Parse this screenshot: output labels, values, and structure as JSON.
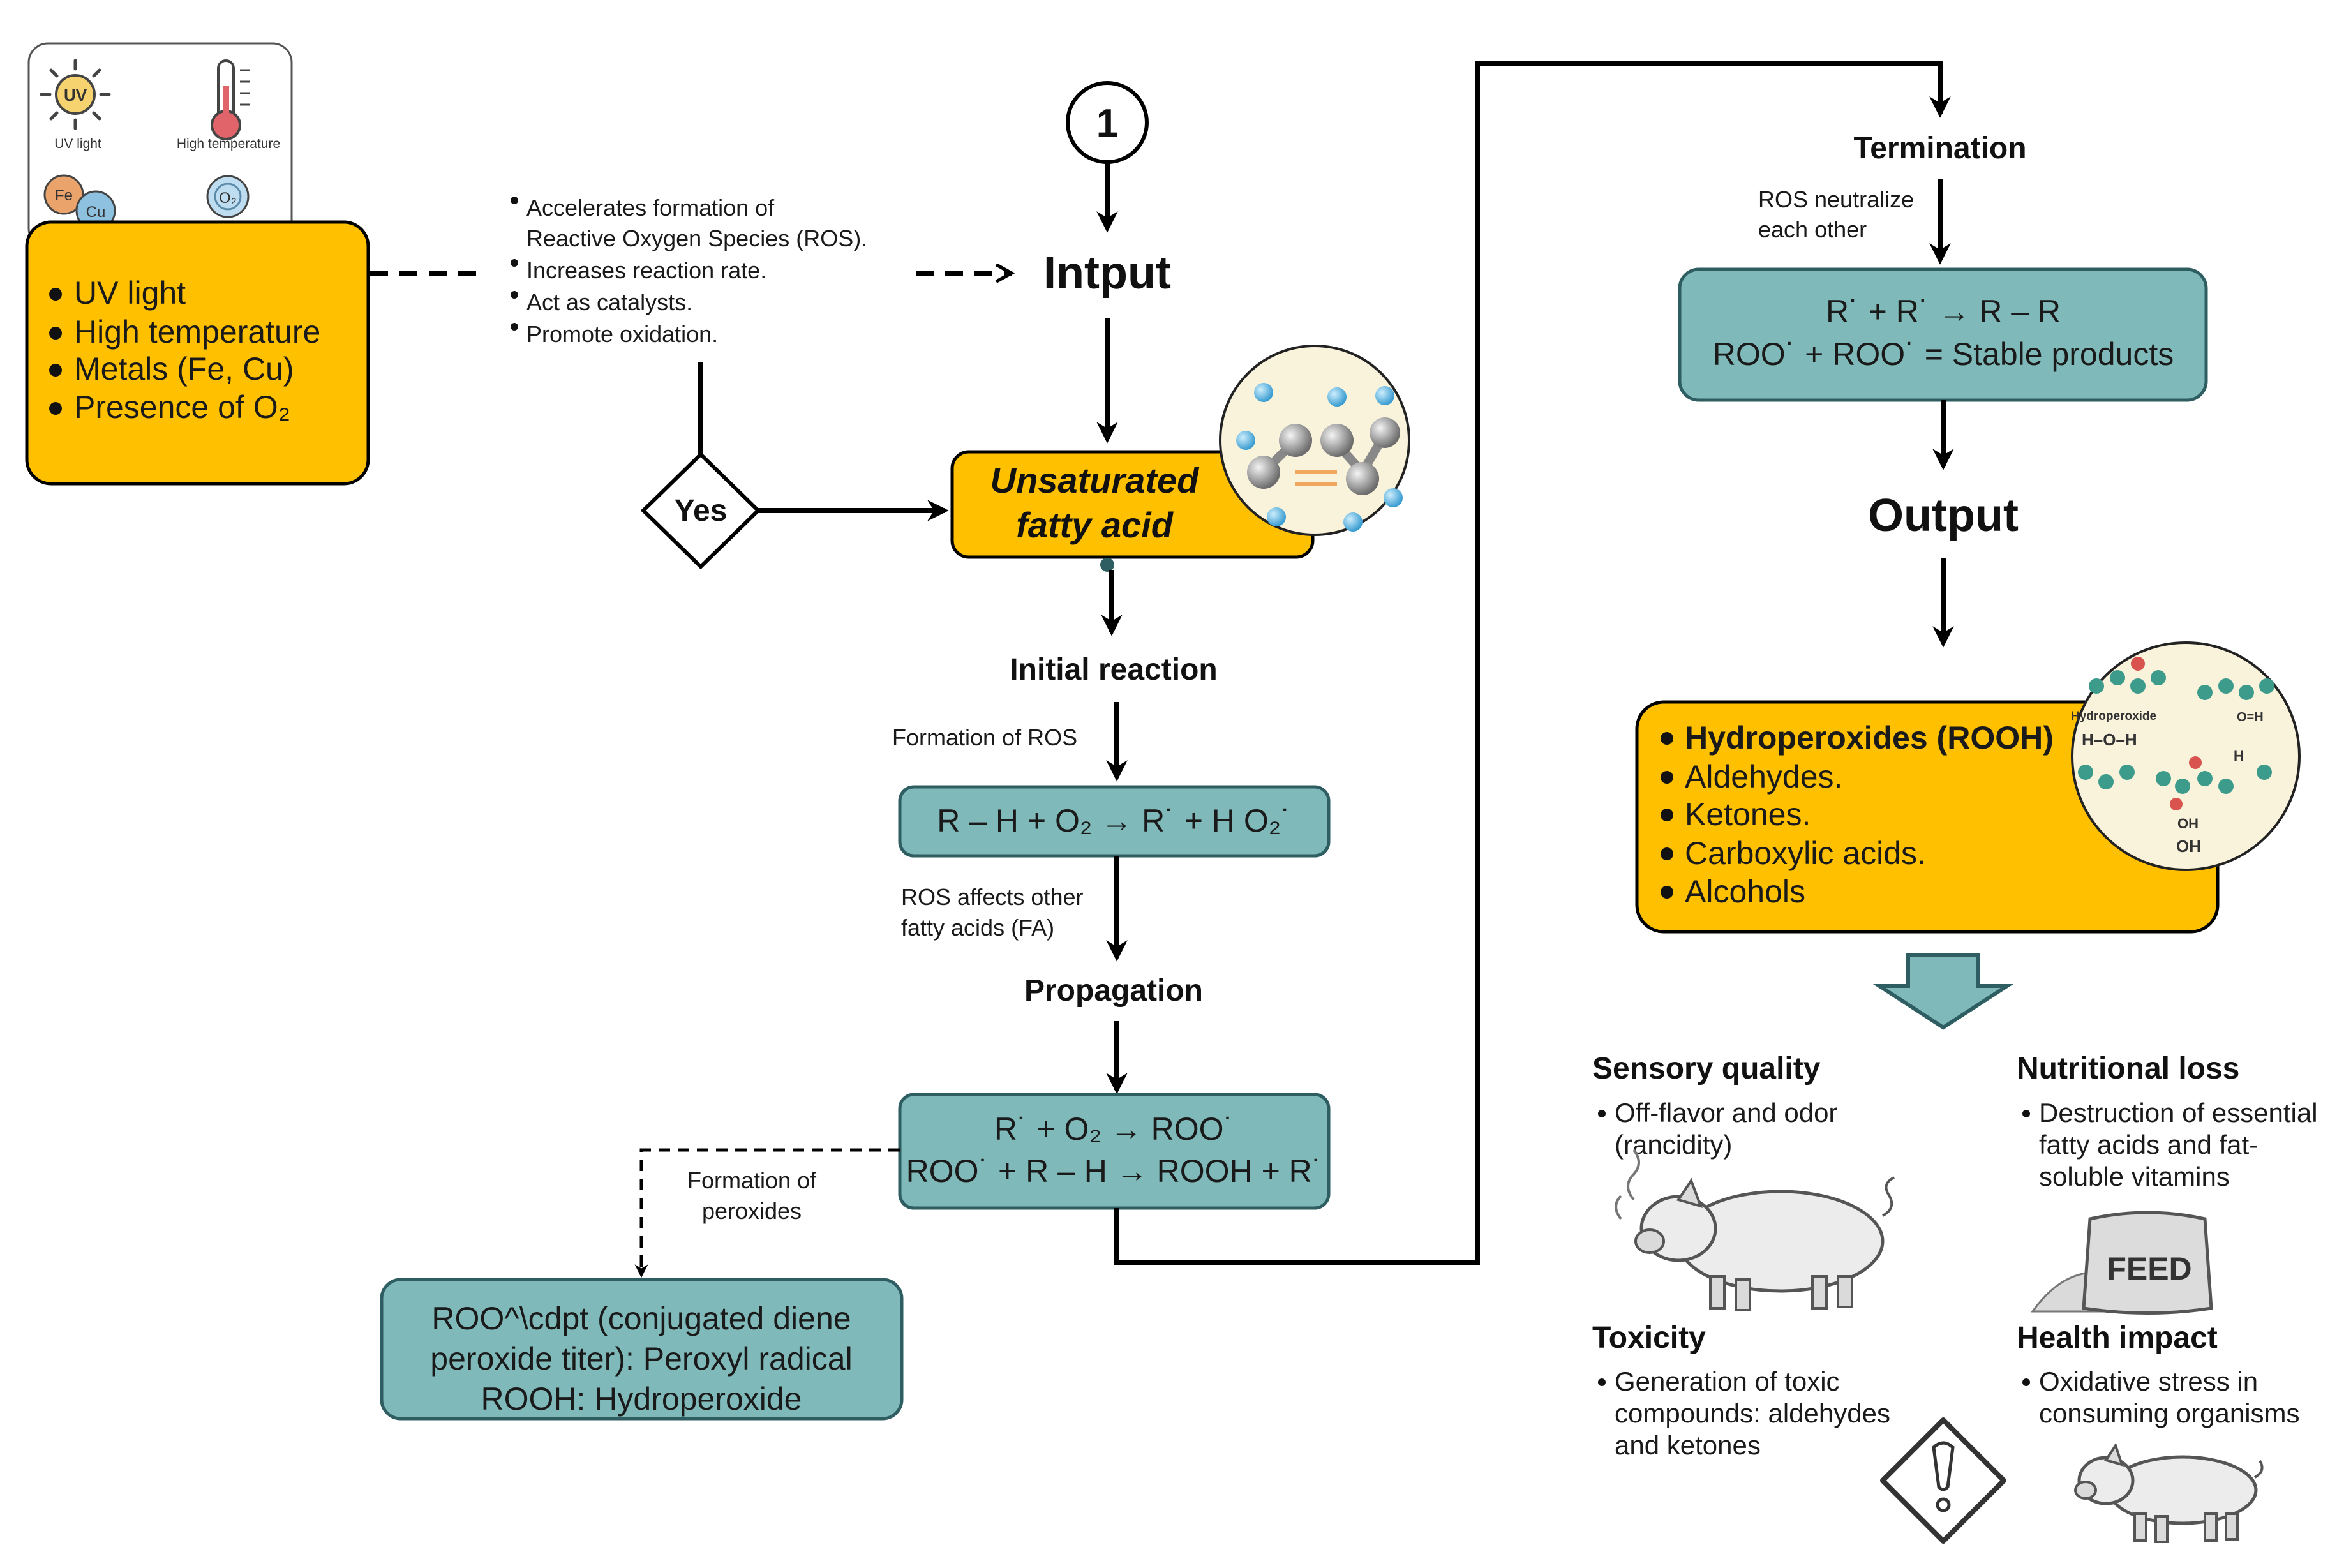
{
  "factors": {
    "icon_labels": [
      "UV light",
      "High temperature"
    ],
    "badge_uv": "UV",
    "badge_fe": "Fe",
    "badge_cu": "Cu",
    "badge_o2": "O₂",
    "items": [
      "UV light",
      "High temperature",
      "Metals (Fe, Cu)",
      "Presence of O₂"
    ]
  },
  "effects": [
    "Accelerates formation of",
    "Reactive Oxygen Species (ROS).",
    "Increases reaction rate.",
    "Act as catalysts.",
    "Promote oxidation."
  ],
  "step_number": "1",
  "input_label": "Intput",
  "yes_label": "Yes",
  "ufa": {
    "line1": "Unsaturated",
    "line2": "fatty acid"
  },
  "initial_reaction": {
    "label": "Initial reaction",
    "annotation": "Formation of ROS",
    "equation": "R – H + O₂ → R˙ + H O₂˙"
  },
  "propagation": {
    "annotation_line1": "ROS affects other",
    "annotation_line2": "fatty acids (FA)",
    "label": "Propagation",
    "equation_line1": "R˙ + O₂ → ROO˙",
    "equation_line2": "ROO˙ + R – H → ROOH + R˙"
  },
  "peroxides": {
    "annotation_line1": "Formation of",
    "annotation_line2": "peroxides",
    "box_line1": "ROO^\\cdpt (conjugated diene",
    "box_line2": "peroxide titer):  Peroxyl radical",
    "box_line3": "ROOH: Hydroperoxide"
  },
  "termination": {
    "label": "Termination",
    "annotation_line1": "ROS neutralize",
    "annotation_line2": "each other",
    "equation_line1": "R˙ + R˙ → R – R",
    "equation_line2": "ROO˙ + ROO˙ = Stable products"
  },
  "output_label": "Output",
  "products": [
    "Hydroperoxides (ROOH)",
    "Aldehydes.",
    "Ketones.",
    "Carboxylic acids.",
    "Alcohols"
  ],
  "molecule_labels": {
    "hydroperoxide": "Hydroperoxide",
    "hoh": "H–O–H",
    "oh1": "OH",
    "oh2": "OH",
    "h": "H",
    "oh_top": "O=H"
  },
  "feed_label": "FEED",
  "impacts": {
    "sensory": {
      "title": "Sensory quality",
      "line1": "Off-flavor and odor",
      "line2": "(rancidity)"
    },
    "nutritional": {
      "title": "Nutritional loss",
      "line1": "Destruction of essential",
      "line2": "fatty acids and fat-",
      "line3": "soluble vitamins"
    },
    "toxicity": {
      "title": "Toxicity",
      "line1": "Generation of toxic",
      "line2": "compounds: aldehydes",
      "line3": "and ketones"
    },
    "health": {
      "title": "Health impact",
      "line1": "Oxidative stress in",
      "line2": "consuming organisms"
    }
  },
  "colors": {
    "amber": "#FFC000",
    "teal": "#7FB9B9",
    "teal_dark": "#2E5E62"
  }
}
